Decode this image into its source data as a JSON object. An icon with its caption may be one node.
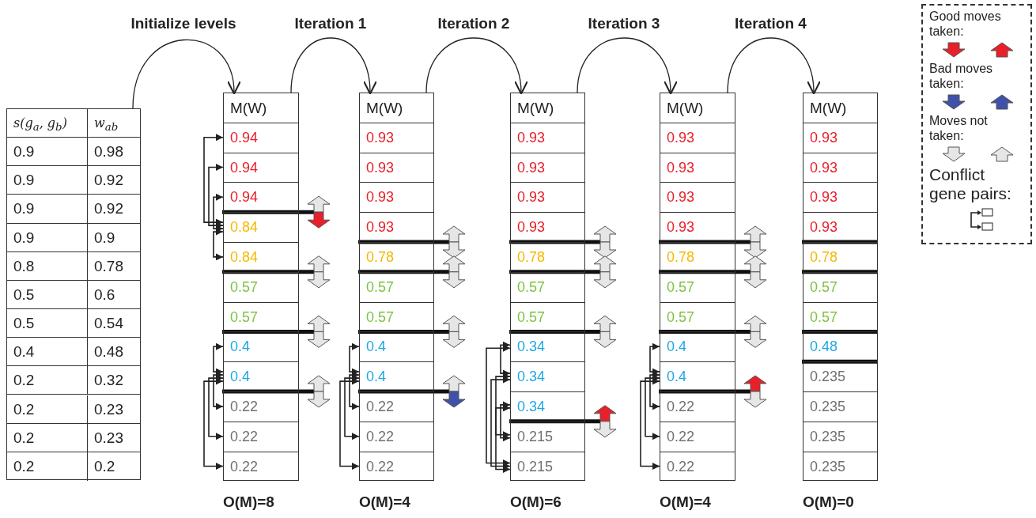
{
  "diagram": {
    "nodes": [
      {
        "text": [],
        "shape": "table"
      },
      {
        "text": [
          "s(g$_{a}$, g$_{b}$)"
        ],
        "in": 0
      },
      {
        "text": [
          "w$_{ab}$"
        ],
        "in": 0
      },
      {
        "text": [
          "0.9"
        ],
        "in": 0
      },
      {
        "text": [
          "0.98"
        ],
        "in": 0
      },
      {
        "text": [
          "0.9"
        ],
        "in": 0
      },
      {
        "text": [
          "0.92"
        ],
        "in": 0
      },
      {
        "text": [
          "0.9"
        ],
        "in": 0
      },
      {
        "text": [
          "0.92"
        ],
        "in": 0
      },
      {
        "text": [
          "0.9"
        ],
        "in": 0
      },
      {
        "text": [
          "0.9"
        ],
        "in": 0
      },
      {
        "text": [
          "0.8"
        ],
        "in": 0
      },
      {
        "text": [
          "0.78"
        ],
        "in": 0
      },
      {
        "text": [
          "0.5"
        ],
        "in": 0
      },
      {
        "text": [
          "0.6"
        ],
        "in": 0
      },
      {
        "text": [
          "0.5"
        ],
        "in": 0
      },
      {
        "text": [
          "0.54"
        ],
        "in": 0
      },
      {
        "text": [
          "0.4"
        ],
        "in": 0
      },
      {
        "text": [
          "0.48"
        ],
        "in": 0
      },
      {
        "text": [
          "0.2"
        ],
        "in": 0
      },
      {
        "text": [
          "0.32"
        ],
        "in": 0
      },
      {
        "text": [
          "0.2"
        ],
        "in": 0
      },
      {
        "text": [
          "0.23"
        ],
        "in": 0
      },
      {
        "text": [
          "0.2"
        ],
        "in": 0
      },
      {
        "text": [
          "0.23"
        ],
        "in": 0
      },
      {
        "text": [
          "0.2"
        ],
        "in": 0
      },
      {
        "text": [
          "0.2"
        ],
        "in": 0
      },
      {
        "text": [
          "M(W)"
        ],
        "beside": [
          "O(M)=8"
        ]
      },
      {
        "text": [
          "0.94"
        ],
        "in": 27
      },
      {
        "text": [
          "0.94"
        ],
        "in": 27
      },
      {
        "text": [
          "0.94"
        ],
        "in": 27
      },
      {
        "text": [
          "0.84"
        ],
        "in": 27
      },
      {
        "text": [
          "0.84"
        ],
        "in": 27
      },
      {
        "text": [
          "0.57"
        ],
        "in": 27
      },
      {
        "text": [
          "0.57"
        ],
        "in": 27
      },
      {
        "text": [
          "0.4"
        ],
        "in": 27
      },
      {
        "text": [
          "0.4"
        ],
        "in": 27
      },
      {
        "text": [
          "0.22"
        ],
        "in": 27
      },
      {
        "text": [
          "0.22"
        ],
        "in": 27
      },
      {
        "text": [
          "0.22"
        ],
        "in": 27
      },
      {
        "text": [
          "M(W)"
        ],
        "beside": [
          "O(M)=4"
        ]
      },
      {
        "text": [
          "0.93"
        ],
        "in": 40
      },
      {
        "text": [
          "0.93"
        ],
        "in": 40
      },
      {
        "text": [
          "0.93"
        ],
        "in": 40
      },
      {
        "text": [
          "0.93"
        ],
        "in": 40
      },
      {
        "text": [
          "0.78"
        ],
        "in": 40
      },
      {
        "text": [
          "0.57"
        ],
        "in": 40
      },
      {
        "text": [
          "0.57"
        ],
        "in": 40
      },
      {
        "text": [
          "0.4"
        ],
        "in": 40
      },
      {
        "text": [
          "0.4"
        ],
        "in": 40
      },
      {
        "text": [
          "0.22"
        ],
        "in": 40
      },
      {
        "text": [
          "0.22"
        ],
        "in": 40
      },
      {
        "text": [
          "0.22"
        ],
        "in": 40
      },
      {
        "text": [
          "M(W)"
        ],
        "beside": [
          "O(M)=6"
        ]
      },
      {
        "text": [
          "0.93"
        ],
        "in": 53
      },
      {
        "text": [
          "0.93"
        ],
        "in": 53
      },
      {
        "text": [
          "0.93"
        ],
        "in": 53
      },
      {
        "text": [
          "0.93"
        ],
        "in": 53
      },
      {
        "text": [
          "0.78"
        ],
        "in": 53
      },
      {
        "text": [
          "0.57"
        ],
        "in": 53
      },
      {
        "text": [
          "0.57"
        ],
        "in": 53
      },
      {
        "text": [
          "0.34"
        ],
        "in": 53
      },
      {
        "text": [
          "0.34"
        ],
        "in": 53
      },
      {
        "text": [
          "0.34"
        ],
        "in": 53
      },
      {
        "text": [
          "0.215"
        ],
        "in": 53
      },
      {
        "text": [
          "0.215"
        ],
        "in": 53
      },
      {
        "text": [
          "M(W)"
        ],
        "beside": [
          "O(M)=4"
        ]
      },
      {
        "text": [
          "0.93"
        ],
        "in": 66
      },
      {
        "text": [
          "0.93"
        ],
        "in": 66
      },
      {
        "text": [
          "0.93"
        ],
        "in": 66
      },
      {
        "text": [
          "0.93"
        ],
        "in": 66
      },
      {
        "text": [
          "0.78"
        ],
        "in": 66
      },
      {
        "text": [
          "0.57"
        ],
        "in": 66
      },
      {
        "text": [
          "0.57"
        ],
        "in": 66
      },
      {
        "text": [
          "0.4"
        ],
        "in": 66
      },
      {
        "text": [
          "0.4"
        ],
        "in": 66
      },
      {
        "text": [
          "0.22"
        ],
        "in": 66
      },
      {
        "text": [
          "0.22"
        ],
        "in": 66
      },
      {
        "text": [
          "0.22"
        ],
        "in": 66
      },
      {
        "text": [
          "M(W)"
        ],
        "beside": [
          "O(M)=0"
        ]
      },
      {
        "text": [
          "0.93"
        ],
        "in": 79
      },
      {
        "text": [
          "0.93"
        ],
        "in": 79
      },
      {
        "text": [
          "0.93"
        ],
        "in": 79
      },
      {
        "text": [
          "0.93"
        ],
        "in": 79
      },
      {
        "text": [
          "0.78"
        ],
        "in": 79
      },
      {
        "text": [
          "0.57"
        ],
        "in": 79
      },
      {
        "text": [
          "0.57"
        ],
        "in": 79
      },
      {
        "text": [
          "0.48"
        ],
        "in": 79
      },
      {
        "text": [
          "0.235"
        ],
        "in": 79
      },
      {
        "text": [
          "0.235"
        ],
        "in": 79
      },
      {
        "text": [
          "0.235"
        ],
        "in": 79
      },
      {
        "text": [
          "0.235"
        ],
        "in": 79
      }
    ],
    "edges": [
      {
        "from": 0,
        "to": 27,
        "arrow": "to",
        "label": "Initialize levels"
      },
      {
        "from": 27,
        "to": 40,
        "arrow": "to",
        "label": "Iteration 1"
      },
      {
        "from": 40,
        "to": 53,
        "arrow": "to",
        "label": "Iteration 2"
      },
      {
        "from": 53,
        "to": 66,
        "arrow": "to",
        "label": "Iteration 3"
      },
      {
        "from": 66,
        "to": 79,
        "arrow": "to",
        "label": "Iteration 4"
      },
      {
        "from": 31,
        "to": 28,
        "arrow": "both"
      },
      {
        "from": 31,
        "to": 29,
        "arrow": "both"
      },
      {
        "from": 31,
        "to": 30,
        "arrow": "both"
      },
      {
        "from": 31,
        "to": 32,
        "arrow": "both"
      },
      {
        "from": 36,
        "to": 35,
        "arrow": "both"
      },
      {
        "from": 36,
        "to": 37,
        "arrow": "both"
      },
      {
        "from": 36,
        "to": 38,
        "arrow": "both"
      },
      {
        "from": 36,
        "to": 39,
        "arrow": "both"
      },
      {
        "from": 49,
        "to": 48,
        "arrow": "both"
      },
      {
        "from": 49,
        "to": 50,
        "arrow": "both"
      },
      {
        "from": 49,
        "to": 51,
        "arrow": "both"
      },
      {
        "from": 49,
        "to": 52,
        "arrow": "both"
      },
      {
        "from": 61,
        "to": 62,
        "arrow": "both"
      },
      {
        "from": 61,
        "to": 65,
        "arrow": "both"
      },
      {
        "from": 62,
        "to": 64,
        "arrow": "both"
      },
      {
        "from": 62,
        "to": 65,
        "arrow": "both"
      },
      {
        "from": 63,
        "to": 64,
        "arrow": "both"
      },
      {
        "from": 63,
        "to": 65,
        "arrow": "both"
      },
      {
        "from": 75,
        "to": 74,
        "arrow": "both"
      },
      {
        "from": 75,
        "to": 76,
        "arrow": "both"
      },
      {
        "from": 75,
        "to": 77,
        "arrow": "both"
      },
      {
        "from": 75,
        "to": 78,
        "arrow": "both"
      }
    ],
    "legend": [
      {
        "text": "Good moves taken:"
      },
      {
        "text": "Bad moves taken:"
      },
      {
        "text": "Moves not taken:"
      },
      {
        "text": "Conflict gene pairs:"
      }
    ]
  }
}
